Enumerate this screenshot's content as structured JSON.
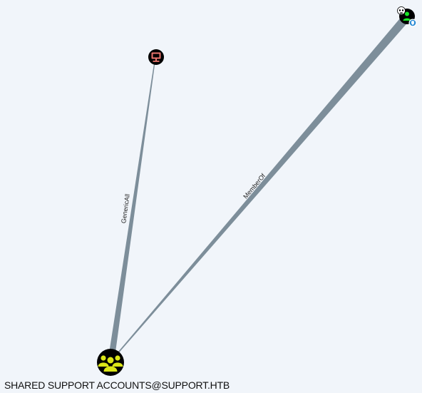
{
  "graph": {
    "nodes": {
      "group": {
        "label": "SHARED SUPPORT ACCOUNTS@SUPPORT.HTB",
        "type": "Group",
        "icon": "users-icon",
        "color": "#dbe617"
      },
      "computer": {
        "type": "Computer",
        "icon": "computer-icon",
        "color": "#e9756d"
      },
      "domain_admins": {
        "type": "Group",
        "icon": "users-icon",
        "color": "#17e625",
        "badges": [
          "skull-icon",
          "shield-icon"
        ]
      }
    },
    "edges": {
      "generic_all": {
        "label": "GenericAll",
        "from": "group",
        "to": "computer"
      },
      "member_of": {
        "label": "MemberOf",
        "from": "group",
        "to": "domain_admins"
      }
    },
    "colors": {
      "background": "#f1f5fa",
      "edge": "#7d8e9a",
      "node_fill": "#000000"
    }
  }
}
